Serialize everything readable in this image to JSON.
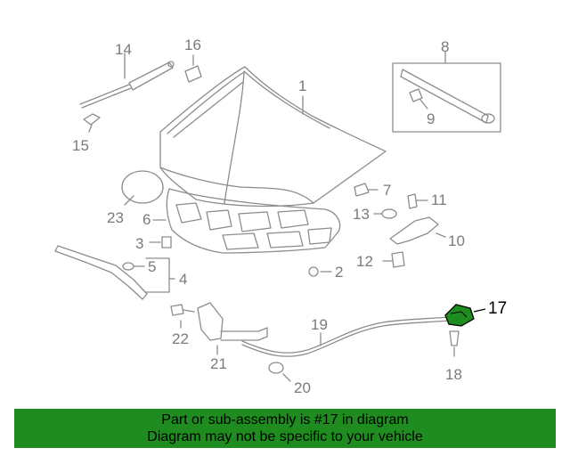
{
  "callouts": [
    {
      "id": "1",
      "text": "1",
      "name": "callout-1"
    },
    {
      "id": "2",
      "text": "2",
      "name": "callout-2"
    },
    {
      "id": "3",
      "text": "3",
      "name": "callout-3"
    },
    {
      "id": "4",
      "text": "4",
      "name": "callout-4"
    },
    {
      "id": "5",
      "text": "5",
      "name": "callout-5"
    },
    {
      "id": "6",
      "text": "6",
      "name": "callout-6"
    },
    {
      "id": "7",
      "text": "7",
      "name": "callout-7"
    },
    {
      "id": "8",
      "text": "8",
      "name": "callout-8"
    },
    {
      "id": "9",
      "text": "9",
      "name": "callout-9"
    },
    {
      "id": "10",
      "text": "10",
      "name": "callout-10"
    },
    {
      "id": "11",
      "text": "11",
      "name": "callout-11"
    },
    {
      "id": "12",
      "text": "12",
      "name": "callout-12"
    },
    {
      "id": "13",
      "text": "13",
      "name": "callout-13"
    },
    {
      "id": "14",
      "text": "14",
      "name": "callout-14"
    },
    {
      "id": "15",
      "text": "15",
      "name": "callout-15"
    },
    {
      "id": "16",
      "text": "16",
      "name": "callout-16"
    },
    {
      "id": "17",
      "text": "17",
      "name": "callout-17"
    },
    {
      "id": "18",
      "text": "18",
      "name": "callout-18"
    },
    {
      "id": "19",
      "text": "19",
      "name": "callout-19"
    },
    {
      "id": "20",
      "text": "20",
      "name": "callout-20"
    },
    {
      "id": "21",
      "text": "21",
      "name": "callout-21"
    },
    {
      "id": "22",
      "text": "22",
      "name": "callout-22"
    },
    {
      "id": "23",
      "text": "23",
      "name": "callout-23"
    }
  ],
  "highlighted_part": "17",
  "banner": {
    "line1": "Part or sub-assembly is #17 in diagram",
    "line2": "Diagram may not be specific to your vehicle"
  },
  "colors": {
    "line": "#8c8c8c",
    "highlight_fill": "#1e8c1e",
    "banner_bg": "#1e8c1e",
    "highlight_text": "#000000"
  }
}
